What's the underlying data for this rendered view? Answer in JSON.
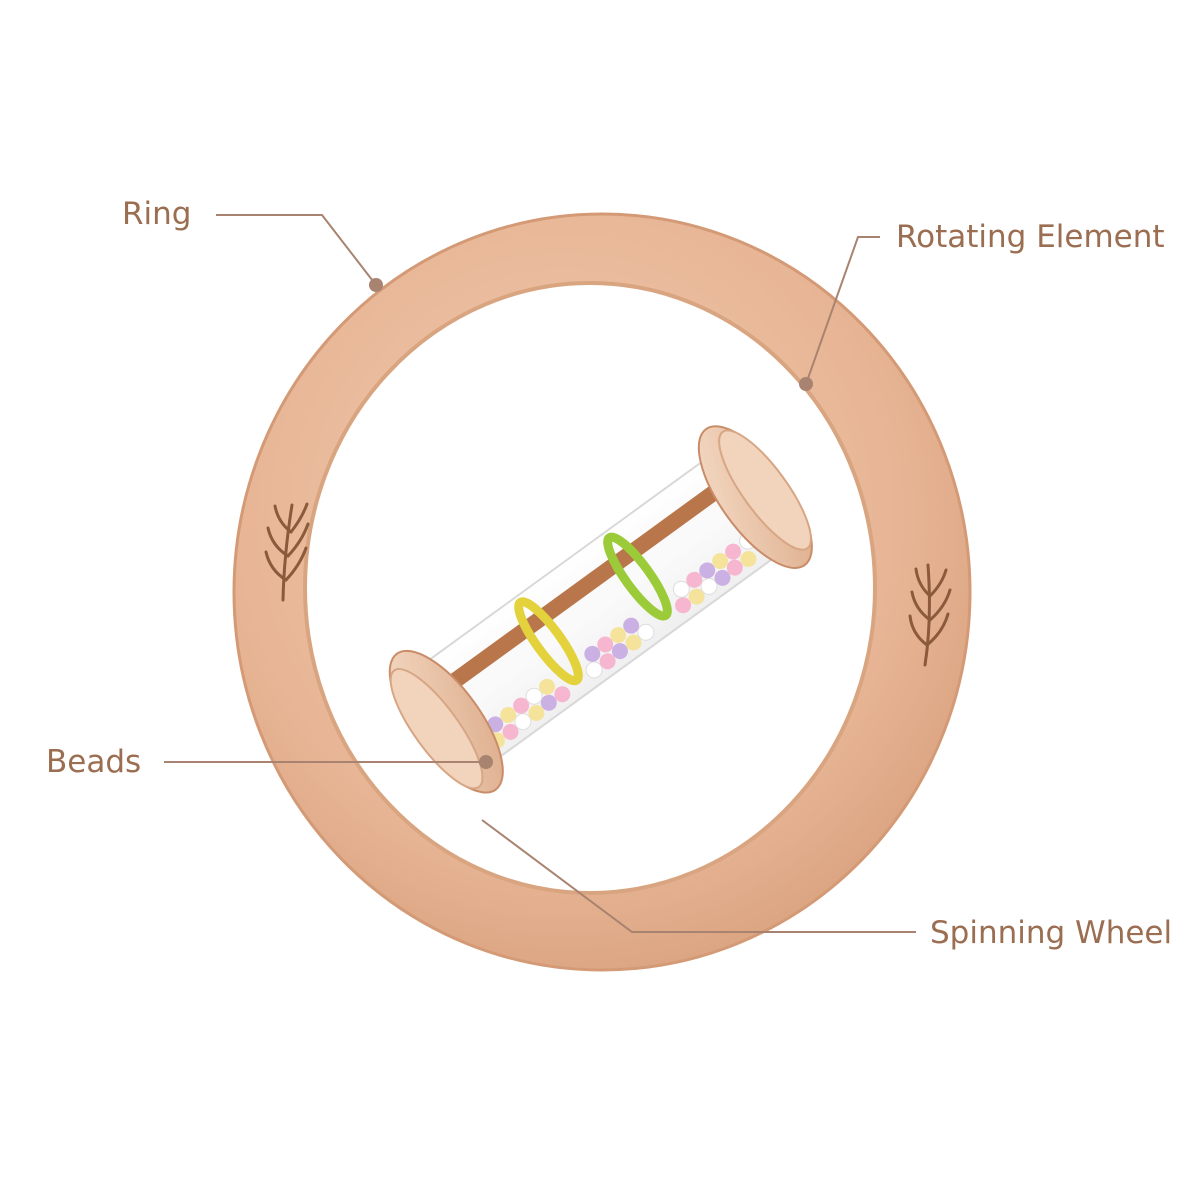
{
  "callouts": {
    "ring": "Ring",
    "rotating_element": "Rotating Element",
    "beads": "Beads",
    "spinning_wheel": "Spinning Wheel"
  },
  "colors": {
    "label": "#9b6e52",
    "wood": "#e7b595",
    "wood_dark": "#c98c68",
    "wood_light": "#f0cfb6",
    "leader": "#a88370",
    "background": "#ffffff"
  }
}
